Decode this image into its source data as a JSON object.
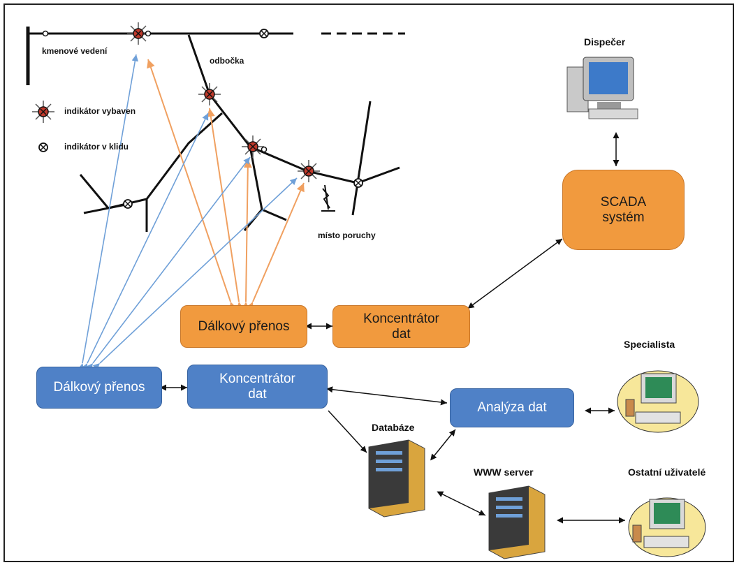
{
  "network": {
    "trunk_label": "kmenové vedení",
    "branch_label": "odbočka",
    "fault_label": "místo poruchy"
  },
  "legend": {
    "triggered_label": "indikátor vybaven",
    "idle_label": "indikátor v klidu"
  },
  "nodes": {
    "dispatcher": "Dispečer",
    "scada": "SCADA\nsystém",
    "orange_transfer": "Dálkový přenos",
    "orange_concentrator": "Koncentrátor\ndat",
    "blue_transfer": "Dálkový přenos",
    "blue_concentrator": "Koncentrátor\ndat",
    "analysis": "Analýza dat",
    "database": "Databáze",
    "web_server": "WWW server",
    "specialist": "Specialista",
    "other_users": "Ostatní uživatelé"
  },
  "colors": {
    "orange_box": "#f19a3e",
    "blue_box": "#4f81c7",
    "orange_link": "#f0a060",
    "blue_link": "#6fa0d8",
    "indicator_triggered": "#c0392b"
  }
}
